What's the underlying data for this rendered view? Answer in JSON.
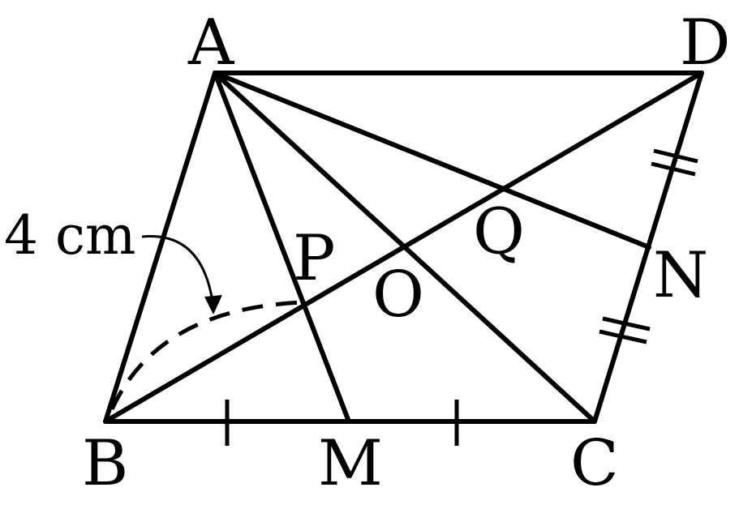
{
  "points": {
    "A": "A",
    "B": "B",
    "C": "C",
    "D": "D",
    "M": "M",
    "N": "N",
    "O": "O",
    "P": "P",
    "Q": "Q"
  },
  "measurement": "4 cm"
}
